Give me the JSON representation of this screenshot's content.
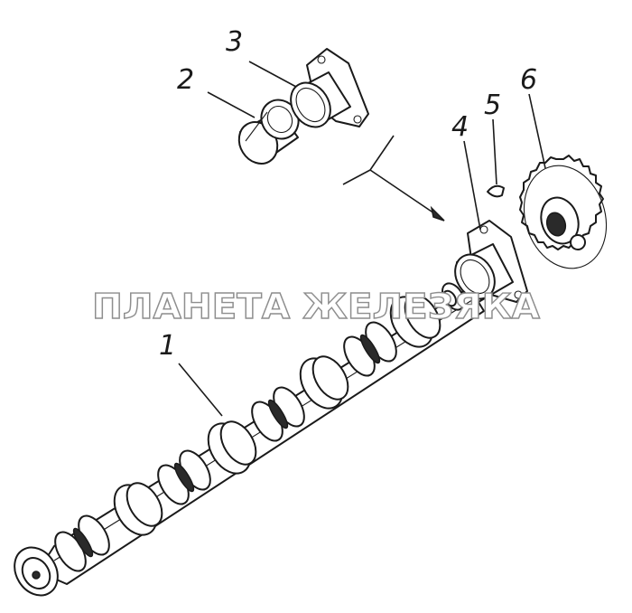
{
  "diagram": {
    "watermark": "ПЛАНЕТА ЖЕЛЕЗЯКА",
    "callouts": [
      {
        "id": "1",
        "label": "1",
        "part": "camshaft"
      },
      {
        "id": "2",
        "label": "2",
        "part": "bushing"
      },
      {
        "id": "3",
        "label": "3",
        "part": "flanged-bearing-housing"
      },
      {
        "id": "4",
        "label": "4",
        "part": "flanged-bearing-housing-front"
      },
      {
        "id": "5",
        "label": "5",
        "part": "woodruff-key"
      },
      {
        "id": "6",
        "label": "6",
        "part": "camshaft-gear"
      }
    ],
    "colors": {
      "ink": "#1a1a1a",
      "paper": "#ffffff",
      "watermark_stroke": "#8e8e8e"
    }
  }
}
